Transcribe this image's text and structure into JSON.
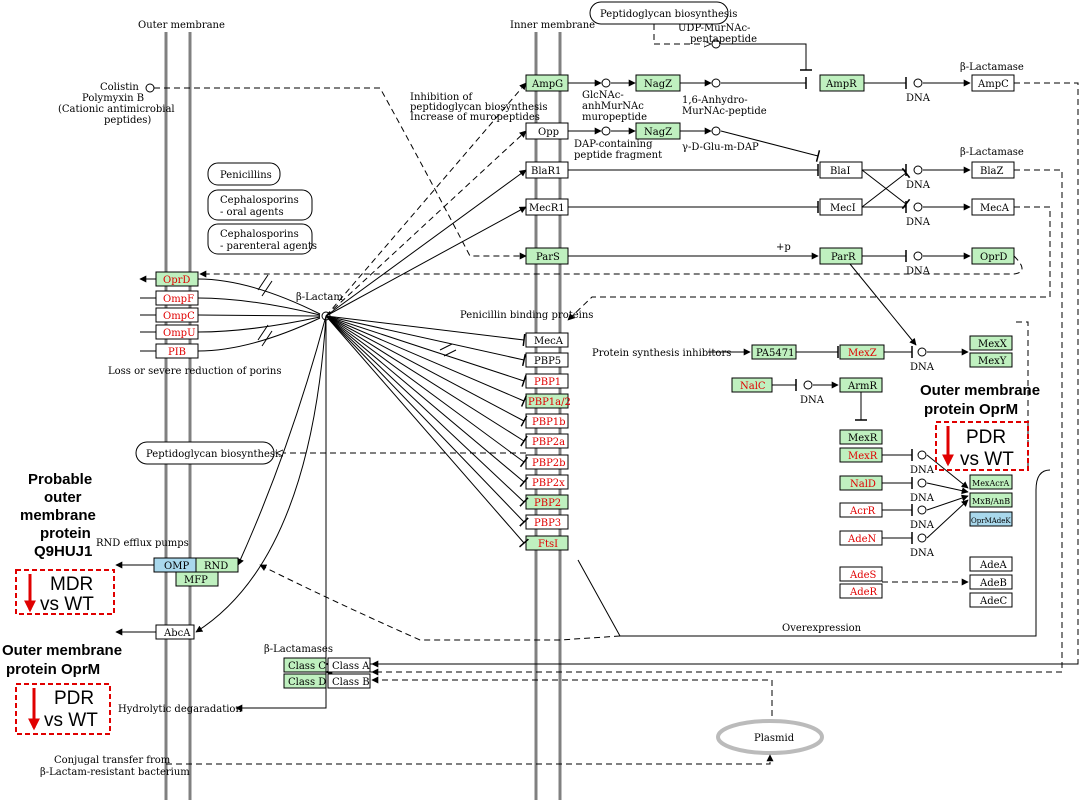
{
  "labels": {
    "outer_membrane": "Outer membrane",
    "inner_membrane": "Inner membrane",
    "peptidoglycan_top": "Peptidoglycan biosynthesis",
    "peptidoglycan_left": "Peptidoglycan biosynthesis",
    "colistin": [
      "Colistin",
      "Polymyxin B",
      "(Cationic antimicrobial",
      "peptides)"
    ],
    "penicillins": "Penicillins",
    "ceph_oral": [
      "Cephalosporins",
      "- oral agents"
    ],
    "ceph_par": [
      "Cephalosporins",
      "- parenteral agents"
    ],
    "beta_lactam": "β-Lactam",
    "loss_porins": "Loss or severe reduction of porins",
    "inhibition": [
      "Inhibition of",
      "peptidoglycan biosynthesis",
      "Increase of muropeptides"
    ],
    "udp": [
      "UDP-MurNAc-",
      "pentapeptide"
    ],
    "glcnac": [
      "GlcNAc-",
      "anhMurNAc",
      "muropeptide"
    ],
    "anhydro": [
      "1,6-Anhydro-",
      "MurNAc-peptide"
    ],
    "dap": [
      "DAP-containing",
      "peptide fragment"
    ],
    "gdglu": "γ-D-Glu-m-DAP",
    "beta_lactamase1": "β-Lactamase",
    "beta_lactamase2": "β-Lactamase",
    "beta_lactamases": "β-Lactamases",
    "plus_p": "+p",
    "pbp": "Penicillin binding proteins",
    "protein_synth": "Protein synthesis inhibitors",
    "rnd_pumps": "RND efflux pumps",
    "overexpression": "Overexpression",
    "hydrolytic": "Hydrolytic degaradation",
    "conjugal": [
      "Conjugal transfer from",
      "β-Lactam-resistant bacterium"
    ],
    "plasmid": "Plasmid",
    "dna": "DNA"
  },
  "nodes": {
    "ampg": "AmpG",
    "nagz1": "NagZ",
    "ampr": "AmpR",
    "ampc": "AmpC",
    "opp": "Opp",
    "nagz2": "NagZ",
    "blar1": "BlaR1",
    "blai": "BlaI",
    "blaz": "BlaZ",
    "mecr1": "MecR1",
    "meci": "MecI",
    "meca_top": "MecA",
    "pars": "ParS",
    "parr": "ParR",
    "oprd_right": "OprD",
    "oprd": "OprD",
    "ompf": "OmpF",
    "ompc": "OmpC",
    "ompu": "OmpU",
    "pib": "PIB",
    "meca": "MecA",
    "pbp5": "PBP5",
    "pbp1": "PBP1",
    "pbp1a2": "PBP1a/2",
    "pbp1b": "PBP1b",
    "pbp2a": "PBP2a",
    "pbp2b": "PBP2b",
    "pbp2x": "PBP2x",
    "pbp2": "PBP2",
    "pbp3": "PBP3",
    "ftsi": "FtsI",
    "pa5471": "PA5471",
    "mexz": "MexZ",
    "mexx": "MexX",
    "mexy": "MexY",
    "nalc": "NalC",
    "armr": "ArmR",
    "mexr_g": "MexR",
    "mexr_r": "MexR",
    "nald": "NalD",
    "acrr": "AcrR",
    "aden": "AdeN",
    "mexabc": "MexAcrA",
    "mexbab": "MxB/AnB",
    "oprmadk": "OprMAdeK",
    "ades": "AdeS",
    "ader": "AdeR",
    "adea": "AdeA",
    "adeb": "AdeB",
    "adec": "AdeC",
    "omp": "OMP",
    "rnd": "RND",
    "mfp": "MFP",
    "abca": "AbcA",
    "class_c": "Class C",
    "class_a": "Class A",
    "class_d": "Class D",
    "class_b": "Class B"
  },
  "annotations": {
    "oprm_right": {
      "title": [
        "Outer membrane",
        "protein OprM"
      ],
      "text": [
        "PDR",
        "vs WT"
      ]
    },
    "q9huj1": {
      "title": [
        "Probable",
        "outer",
        "membrane",
        "protein",
        "Q9HUJ1"
      ],
      "text": [
        "MDR",
        "vs WT"
      ]
    },
    "oprm_left": {
      "title": [
        "Outer membrane",
        "protein OprM"
      ],
      "text": [
        "PDR",
        "vs WT"
      ]
    }
  },
  "colors": {
    "green_node": "#bff0bf",
    "blue_node": "#a9d8ec",
    "highlight_red": "#e00000",
    "membrane": "#808080"
  }
}
